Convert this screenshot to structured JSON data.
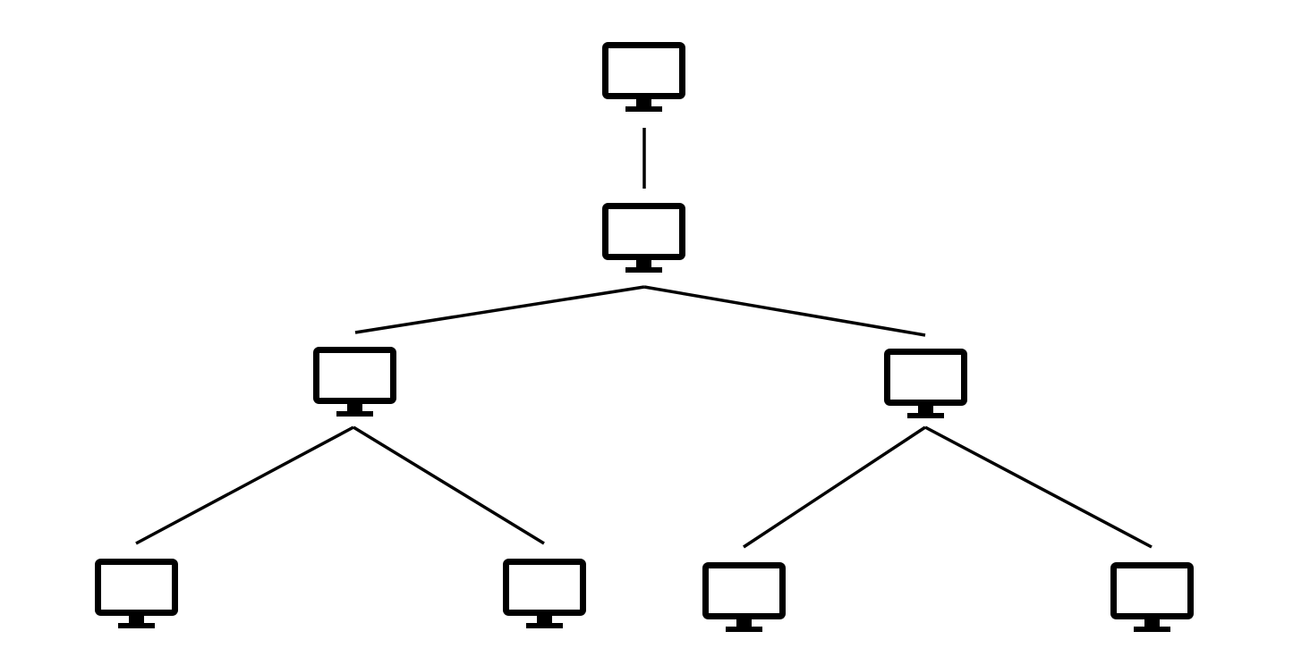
{
  "diagram": {
    "type": "tree-network-topology",
    "line_color": "#000000",
    "background_color": "#ffffff",
    "nodes": [
      {
        "id": "root",
        "icon": "monitor-icon",
        "level": 0
      },
      {
        "id": "hub",
        "icon": "monitor-icon",
        "level": 1
      },
      {
        "id": "branch-left",
        "icon": "monitor-icon",
        "level": 2
      },
      {
        "id": "branch-right",
        "icon": "monitor-icon",
        "level": 2
      },
      {
        "id": "leaf-1",
        "icon": "monitor-icon",
        "level": 3
      },
      {
        "id": "leaf-2",
        "icon": "monitor-icon",
        "level": 3
      },
      {
        "id": "leaf-3",
        "icon": "monitor-icon",
        "level": 3
      },
      {
        "id": "leaf-4",
        "icon": "monitor-icon",
        "level": 3
      }
    ],
    "edges": [
      {
        "from": "root",
        "to": "hub"
      },
      {
        "from": "hub",
        "to": "branch-left"
      },
      {
        "from": "hub",
        "to": "branch-right"
      },
      {
        "from": "branch-left",
        "to": "leaf-1"
      },
      {
        "from": "branch-left",
        "to": "leaf-2"
      },
      {
        "from": "branch-right",
        "to": "leaf-3"
      },
      {
        "from": "branch-right",
        "to": "leaf-4"
      }
    ]
  }
}
